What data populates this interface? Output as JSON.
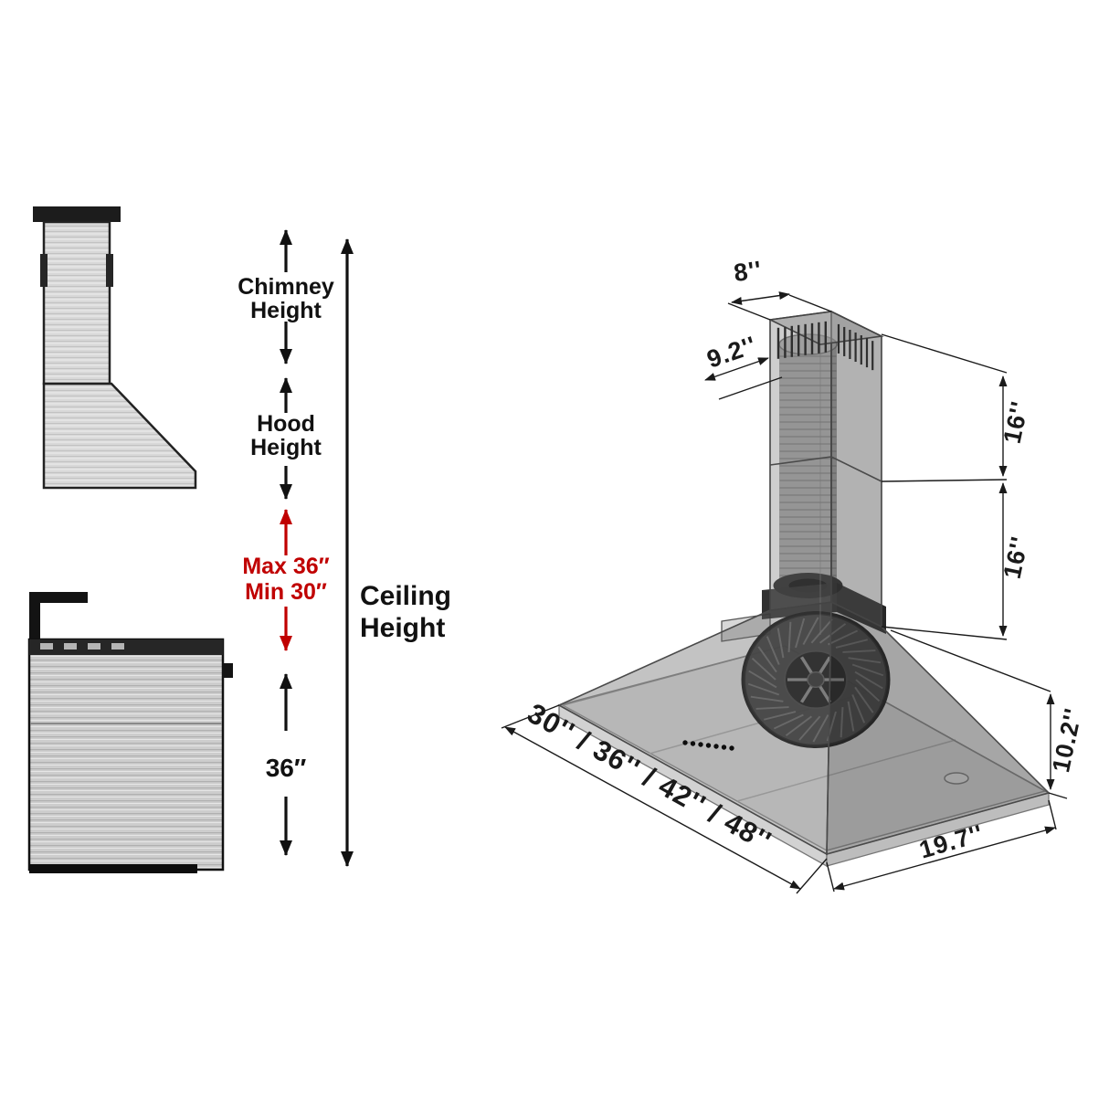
{
  "left": {
    "chimney_height": {
      "line1": "Chimney",
      "line2": "Height"
    },
    "hood_height": {
      "line1": "Hood",
      "line2": "Height"
    },
    "max_label": "Max 36″",
    "min_label": "Min 30″",
    "range_gap_label": "36″",
    "ceiling_height": {
      "line1": "Ceiling",
      "line2": "Height"
    },
    "colors": {
      "accent_red": "#c00000",
      "ink": "#111111"
    }
  },
  "iso": {
    "dim_chimney_width": "8''",
    "dim_chimney_depth": "9.2''",
    "dim_chimney_upper": "16''",
    "dim_chimney_lower": "16''",
    "dim_hood_height": "10.2''",
    "dim_hood_depth": "19.7''",
    "dim_hood_widths": "30'' / 36'' / 42'' / 48''"
  }
}
